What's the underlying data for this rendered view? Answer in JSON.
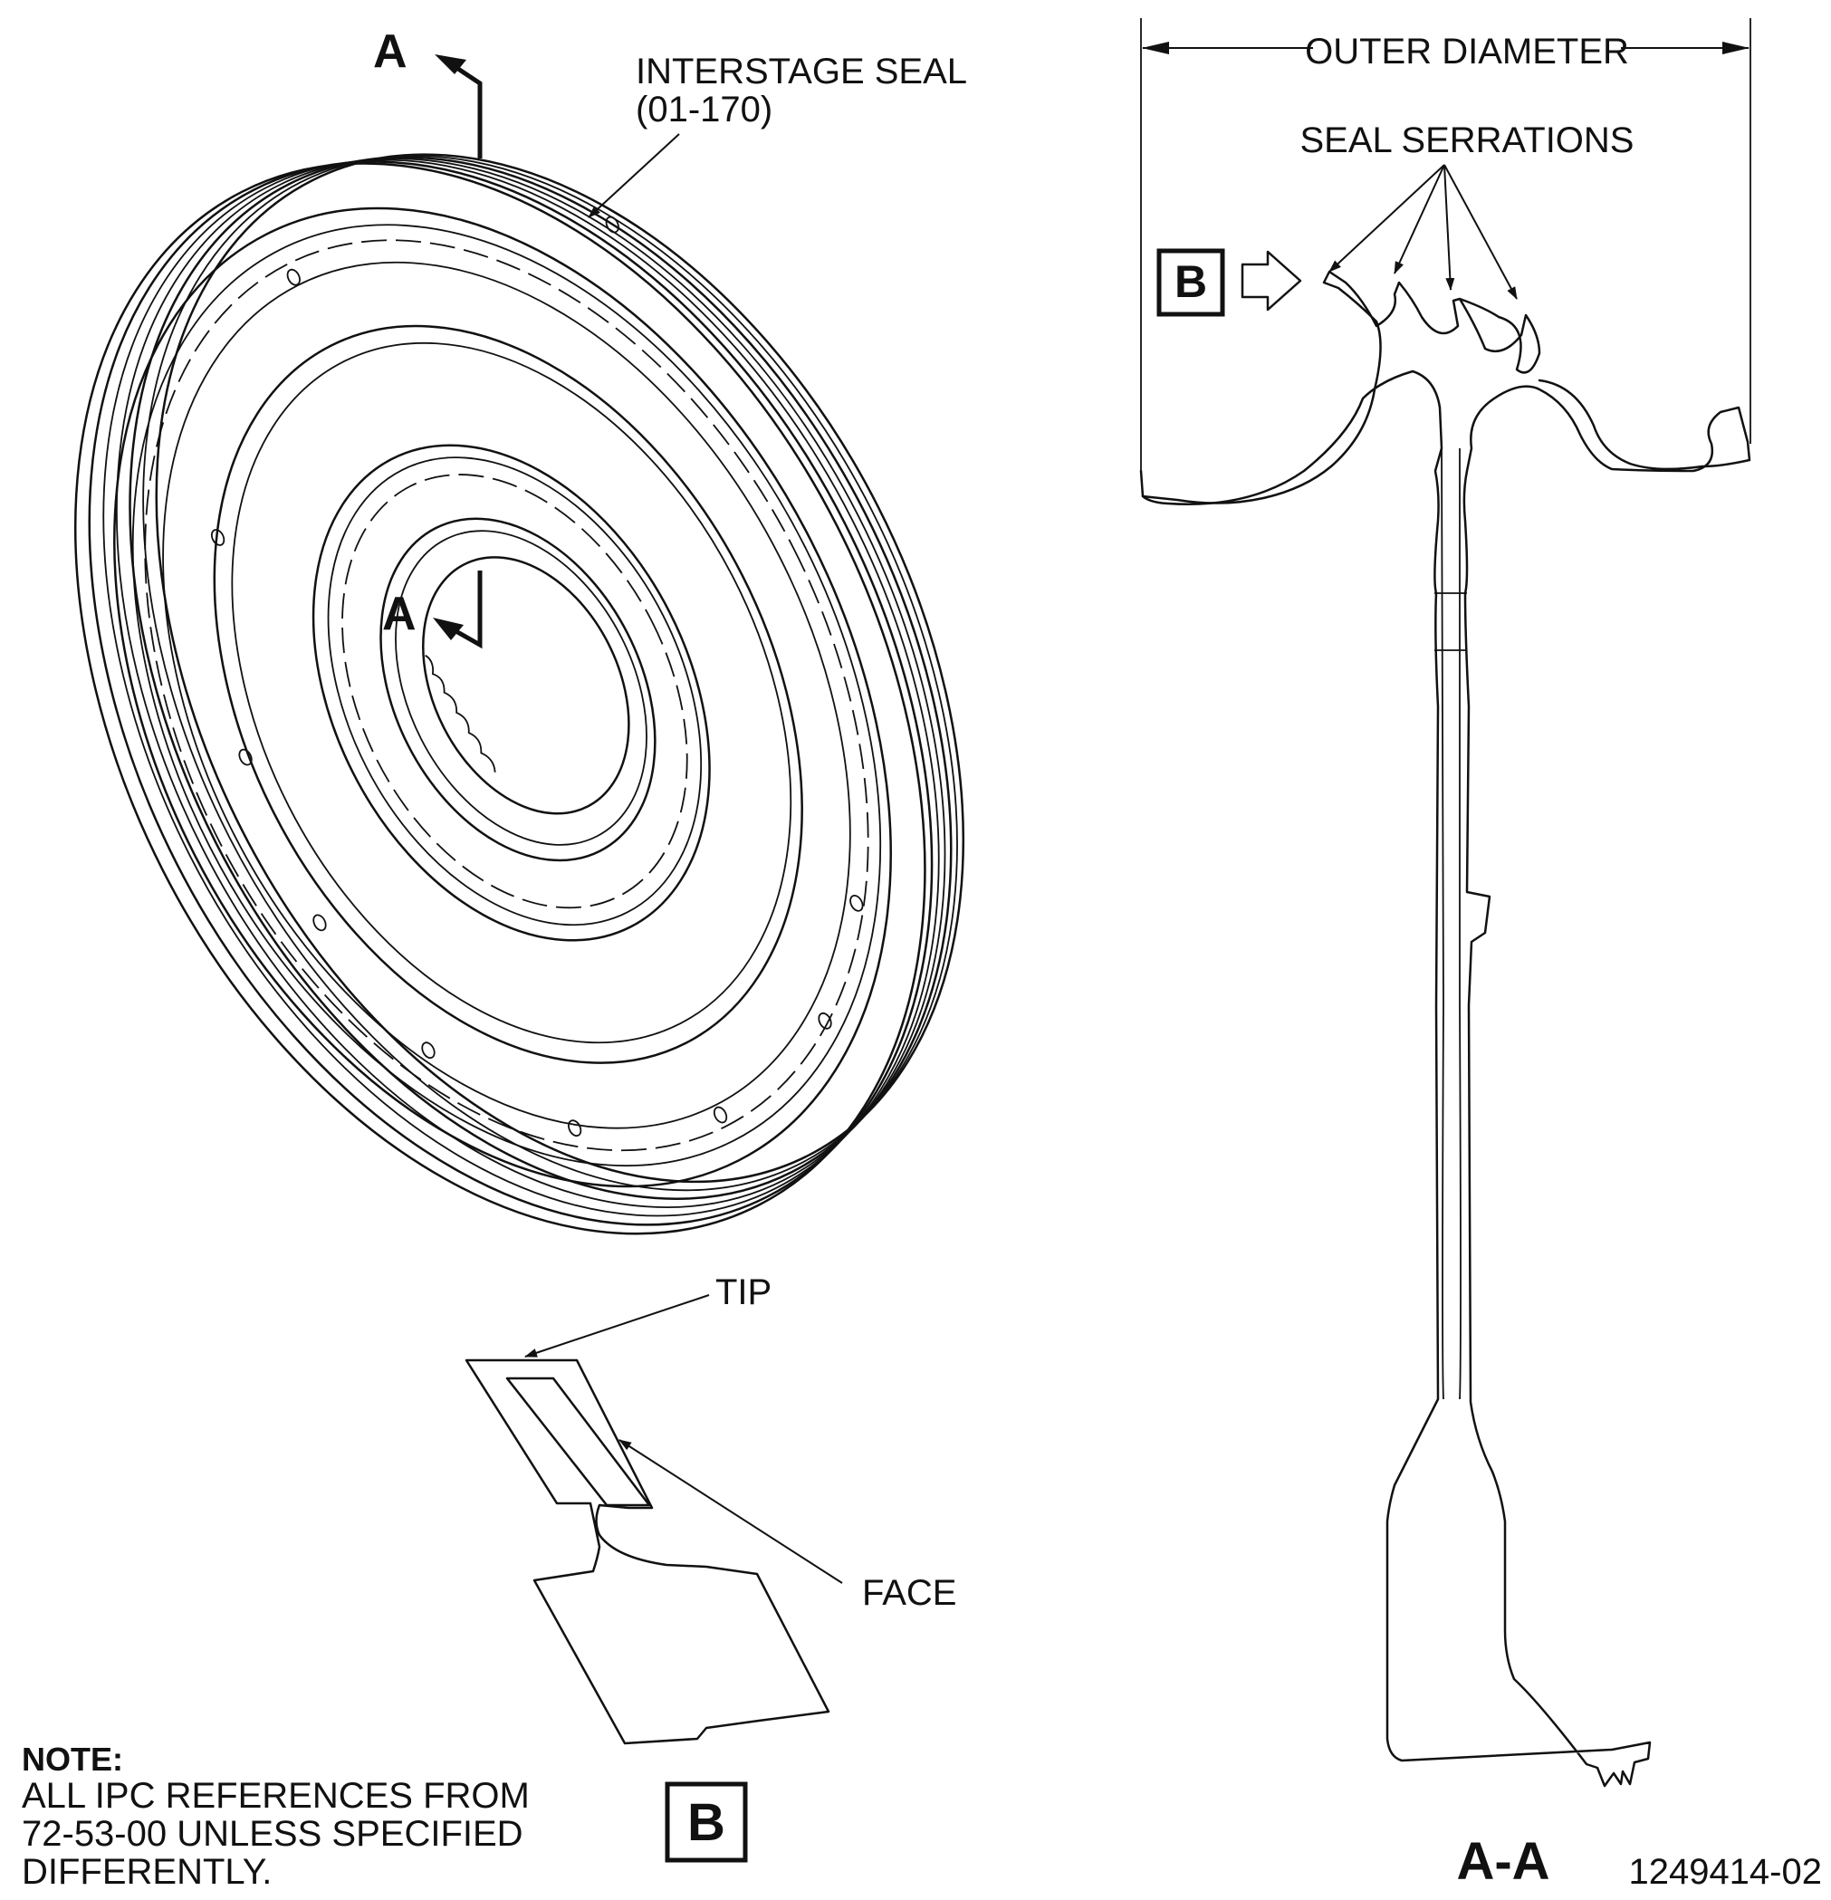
{
  "figure": {
    "callouts": {
      "interstage_seal_line1": "INTERSTAGE SEAL",
      "interstage_seal_line2": "(01-170)",
      "outer_diameter": "OUTER DIAMETER",
      "seal_serrations": "SEAL SERRATIONS",
      "tip": "TIP",
      "face": "FACE"
    },
    "section_markers": {
      "cut_top": "A",
      "cut_center": "A",
      "view_b_ref": "B",
      "view_b_title": "B",
      "section_title": "A-A"
    },
    "note": {
      "heading": "NOTE:",
      "line1": "ALL IPC REFERENCES FROM",
      "line2": "72-53-00 UNLESS SPECIFIED",
      "line3": "DIFFERENTLY."
    },
    "drawing_number": "1249414-02"
  }
}
